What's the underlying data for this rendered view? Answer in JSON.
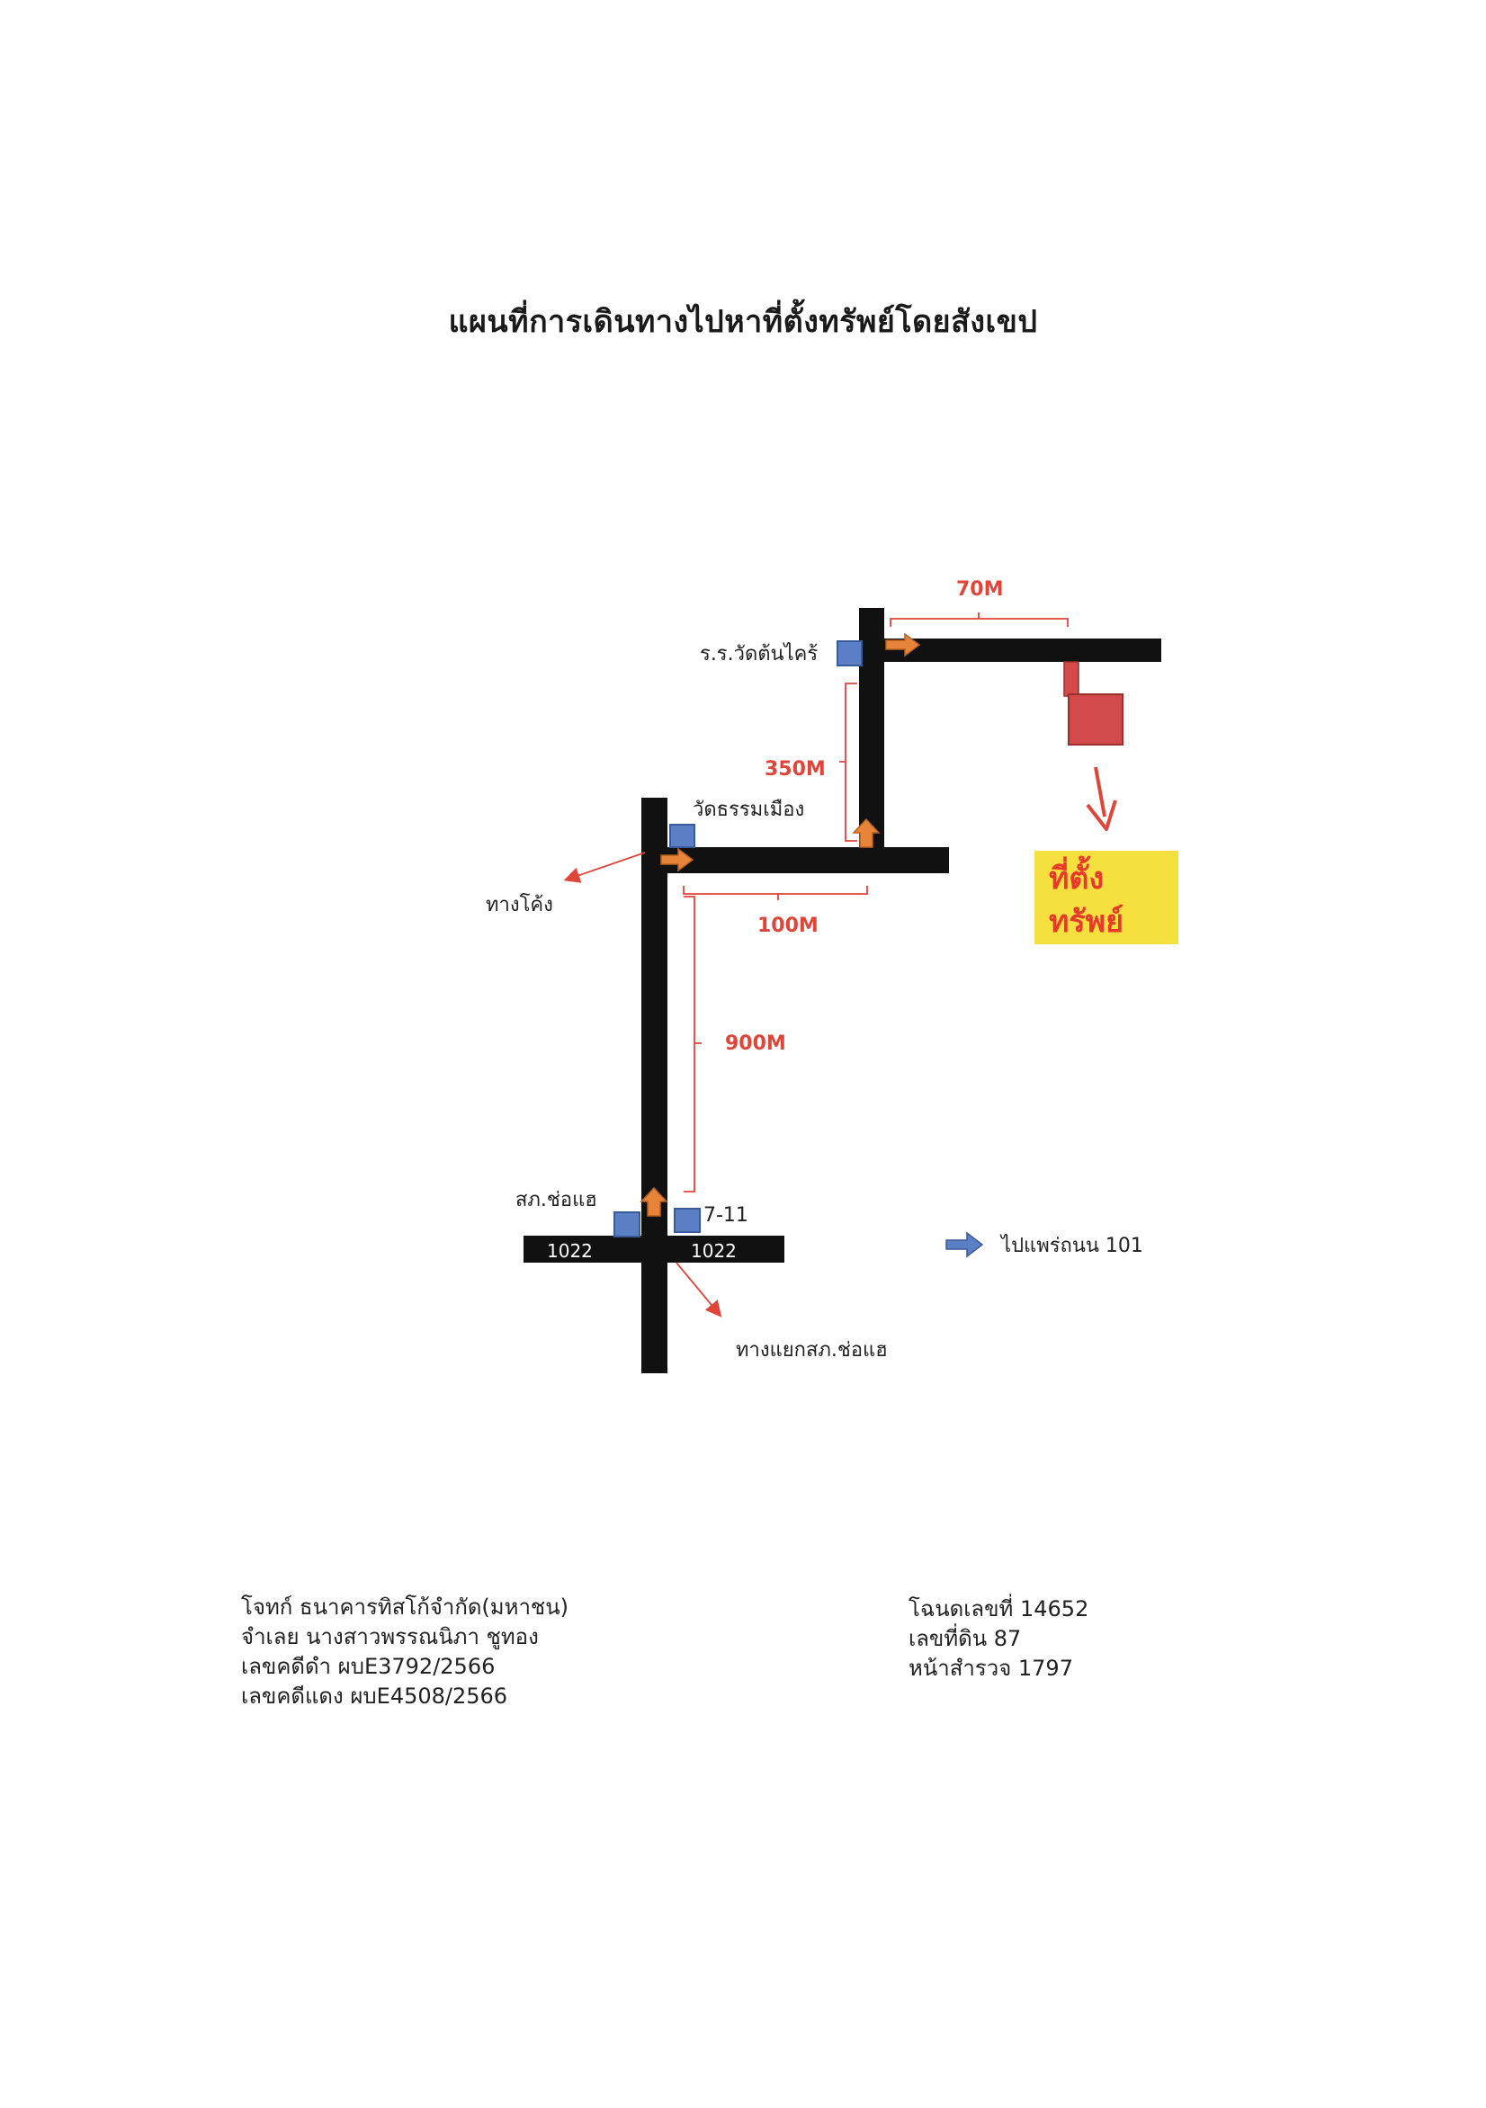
{
  "title": "แผนที่การเดินทางไปหาที่ตั้งทรัพย์โดยสังเขป",
  "map": {
    "distances": {
      "d70": "70M",
      "d350": "350M",
      "d100": "100M",
      "d900": "900M"
    },
    "places": {
      "school": "ร.ร.วัดต้นไคร้",
      "temple": "วัดธรรมเมือง",
      "curve": "ทางโค้ง",
      "police": "สภ.ช่อแฮ",
      "seven_eleven": "7-11",
      "intersection": "ทางแยกสภ.ช่อแฮ"
    },
    "road_labels": {
      "left": "1022",
      "right": "1022"
    },
    "property_line1": "ที่ตั้ง",
    "property_line2": "ทรัพย์",
    "legend": "ไปแพร่ถนน 101",
    "colors": {
      "road": "#111111",
      "landmark": "#5b7fc4",
      "arrow_orange": "#e8843a",
      "distance_red": "#e0453a",
      "property": "#d24a4a",
      "property_label_bg": "#f5e03f",
      "legend_arrow": "#5b7fc4"
    }
  },
  "case_info": {
    "plaintiff": "โจทก์ ธนาคารทิสโก้จำกัด(มหาชน)",
    "defendant": "จำเลย นางสาวพรรณนิภา ชูทอง",
    "black_case": "เลขคดีดำ ผบE3792/2566",
    "red_case": "เลขคดีแดง ผบE4508/2566"
  },
  "deed_info": {
    "deed_no": "โฉนดเลขที่ 14652",
    "land_no": "เลขที่ดิน  87",
    "survey_page": "หน้าสำรวจ 1797"
  }
}
